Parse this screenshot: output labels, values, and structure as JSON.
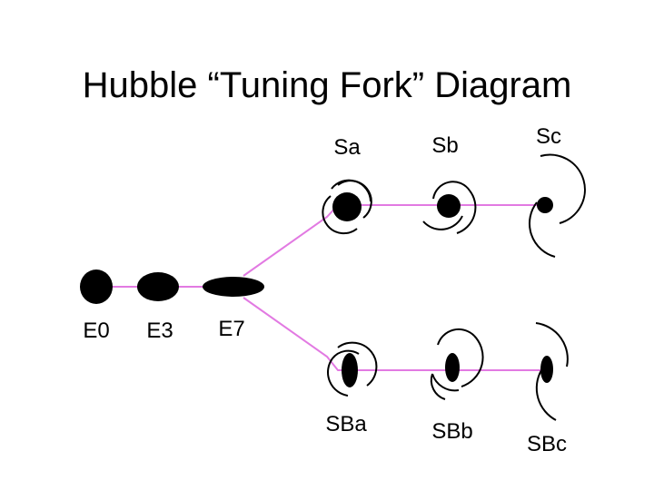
{
  "title": "Hubble “Tuning Fork” Diagram",
  "colors": {
    "connector": "#e27ae2",
    "galaxy": "#000000"
  },
  "galaxies": {
    "e0": "E0",
    "e3": "E3",
    "e7": "E7",
    "sa": "Sa",
    "sb": "Sb",
    "sc": "Sc",
    "sba": "SBa",
    "sbb": "SBb",
    "sbc": "SBc"
  }
}
